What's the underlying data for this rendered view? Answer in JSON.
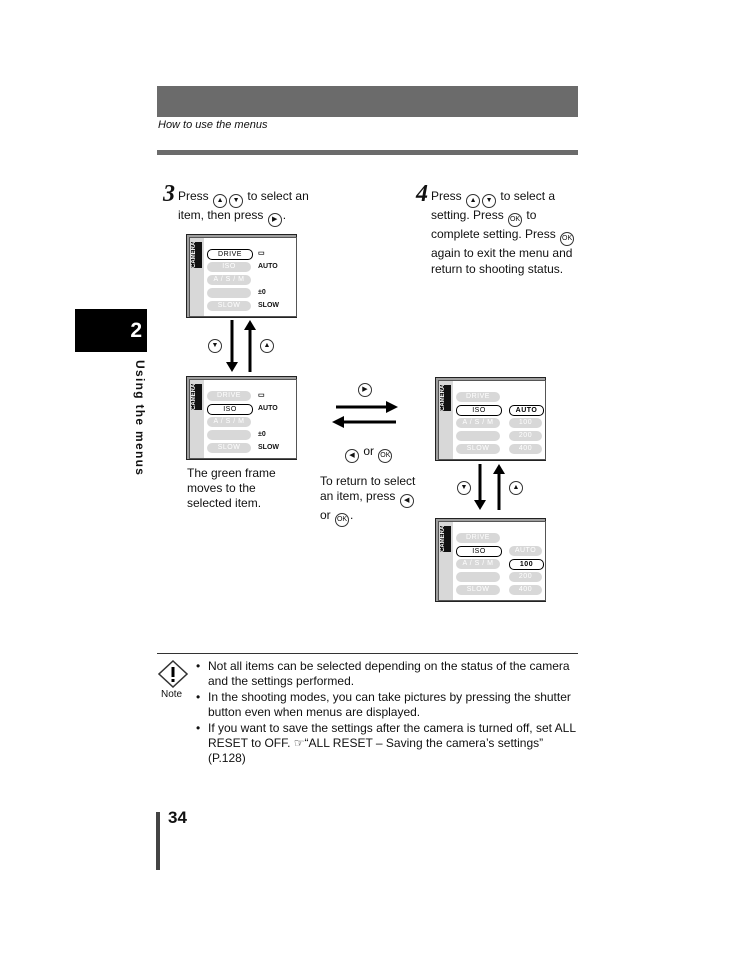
{
  "header": {
    "subtitle": "How to use the menus"
  },
  "chapter": {
    "number": "2",
    "title": "Using the menus"
  },
  "step3": {
    "number": "3",
    "text_a": "Press",
    "text_b": "to select an item, then press",
    "text_c": "."
  },
  "step4": {
    "number": "4",
    "text_a": "Press",
    "text_b": "to select a setting. Press",
    "text_c": "to complete setting. Press",
    "text_d": "again to exit the menu and return to shooting status."
  },
  "screens": {
    "camera_label": "CAMERA",
    "menu_items": [
      "DRIVE",
      "ISO",
      "A / S / M",
      "",
      "SLOW"
    ],
    "left_values": [
      "▭",
      "AUTO",
      "",
      "±0",
      "SLOW"
    ],
    "iso_values": [
      "AUTO",
      "100",
      "200",
      "400"
    ]
  },
  "captions": {
    "green_frame": "The green frame moves to the selected item.",
    "return": "To return to select an item, press",
    "return_or": "or",
    "or_label": "or"
  },
  "note": {
    "label": "Note",
    "items": [
      "Not all items can be selected depending on the status of the camera and the settings performed.",
      "In the shooting modes, you can take pictures by pressing the shutter button even when menus are displayed.",
      "If you want to save the settings after the camera is turned off, set ALL RESET to OFF. ☞“ALL RESET – Saving the camera’s settings” (P.128)"
    ]
  },
  "page": {
    "number": "34"
  },
  "icons": {
    "up_button": "up-arrow-button-icon",
    "down_button": "down-arrow-button-icon",
    "right_button": "right-arrow-button-icon",
    "left_button": "left-arrow-button-icon",
    "ok_button": "ok-button-icon",
    "note": "note-icon"
  }
}
